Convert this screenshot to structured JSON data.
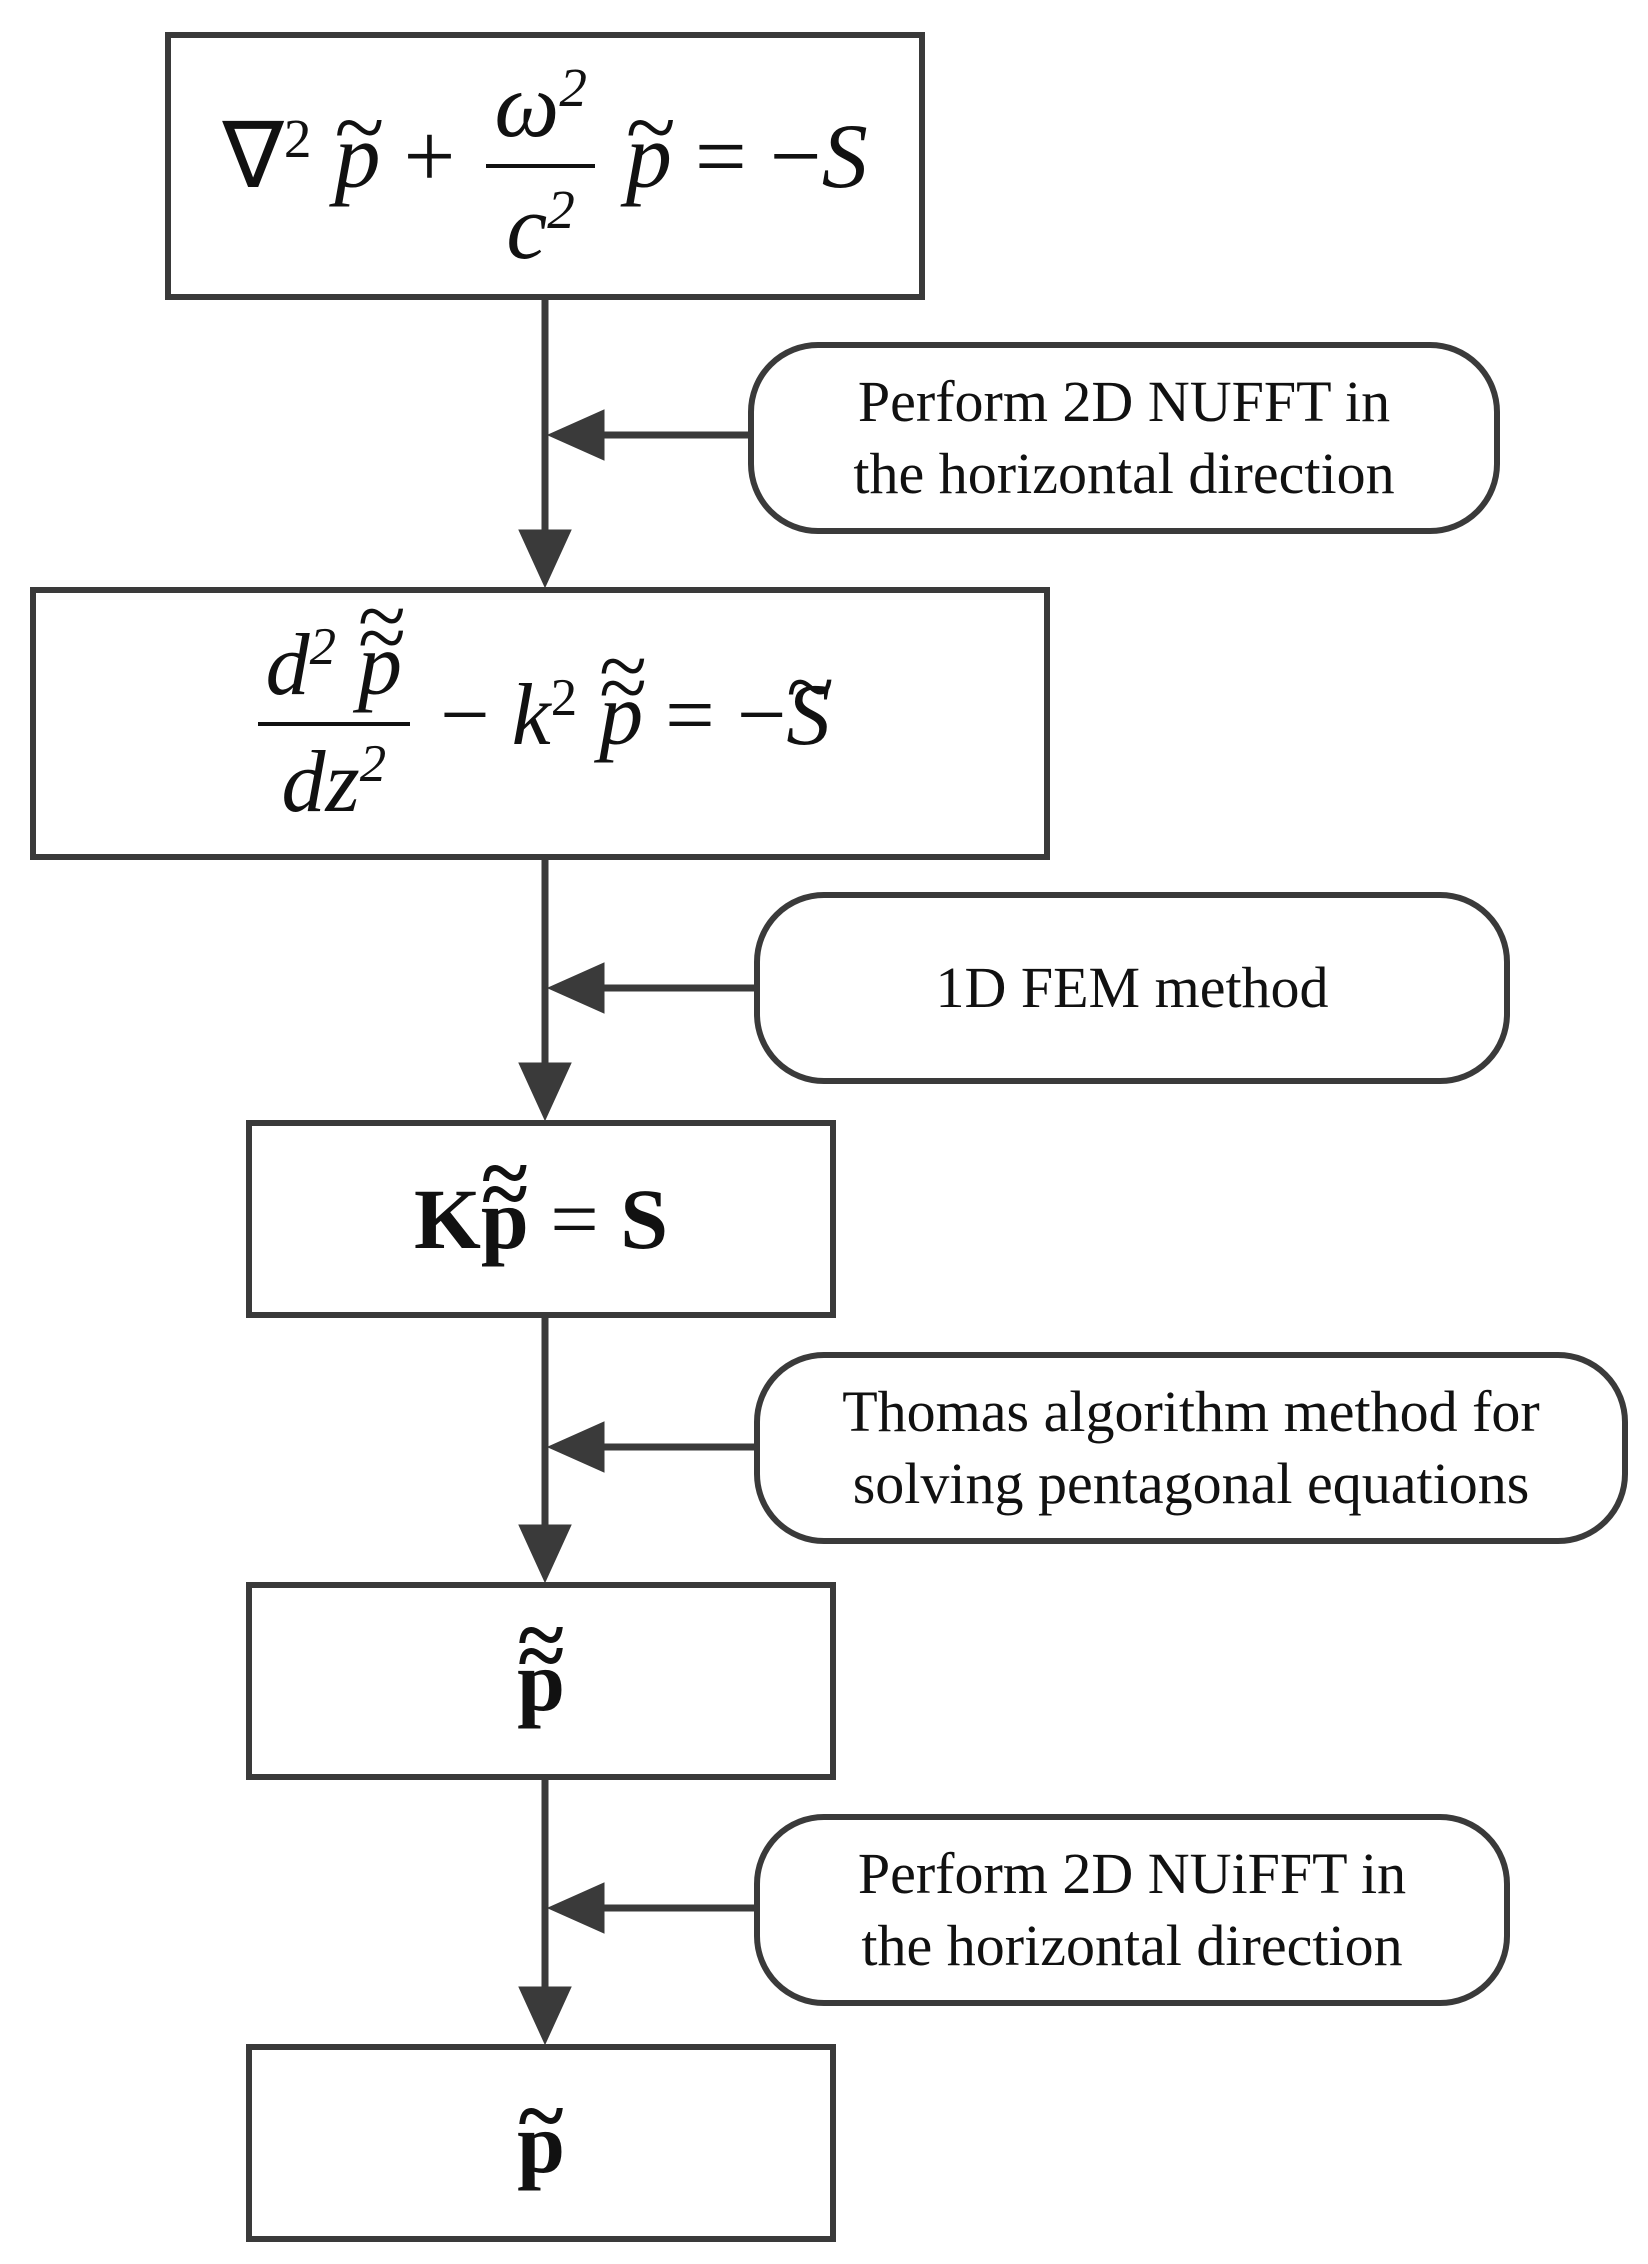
{
  "steps": [
    {
      "id": "helmholtz",
      "equation": "∇²p̃ + (ω²/c²)p̃ = −S"
    },
    {
      "id": "ode_z",
      "equation": "d²p̃̃/dz² − k²p̃̃ = −S̃"
    },
    {
      "id": "linear_system",
      "equation": "Kp̃̃ = S"
    },
    {
      "id": "wavenumber_solution",
      "equation": "p̃̃"
    },
    {
      "id": "spatial_solution",
      "equation": "p̃"
    }
  ],
  "operations": [
    {
      "line1": "Perform 2D NUFFT in",
      "line2": "the horizontal direction"
    },
    {
      "line1": "1D FEM method",
      "line2": ""
    },
    {
      "line1": "Thomas algorithm method for",
      "line2": "solving pentagonal equations"
    },
    {
      "line1": "Perform 2D NUiFFT in",
      "line2": "the horizontal direction"
    }
  ],
  "symbols": {
    "nabla": "∇",
    "two": "2",
    "plus": "+",
    "minus": "−",
    "equals": "=",
    "p": "p",
    "omega": "ω",
    "c": "c",
    "S": "S",
    "d": "d",
    "dz": "dz",
    "k": "k",
    "K": "K",
    "bold_p": "p",
    "tilde": "~"
  },
  "colors": {
    "stroke": "#3a3a3a",
    "text": "#111111",
    "background": "#ffffff"
  }
}
